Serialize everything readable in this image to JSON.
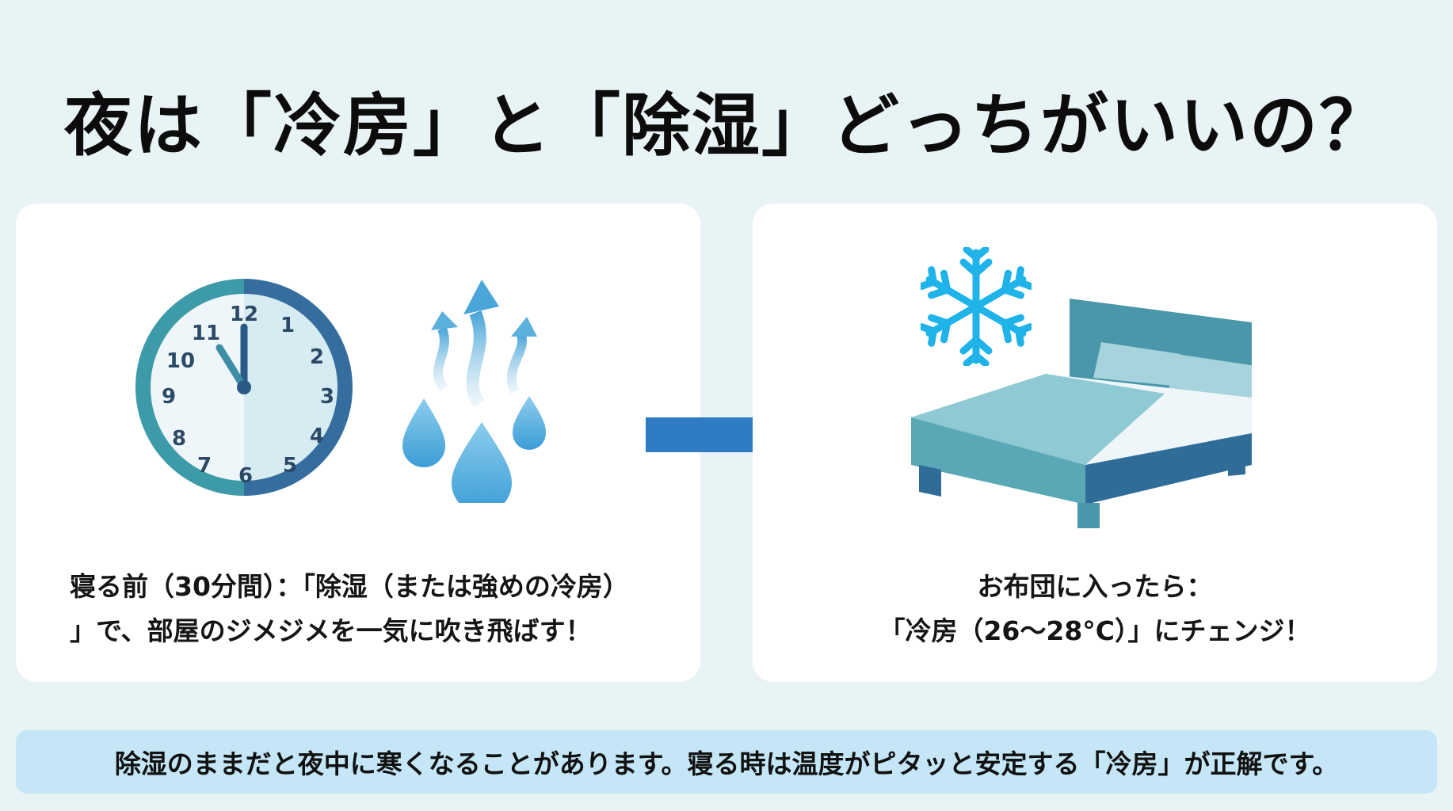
{
  "title": "夜は「冷房」と「除湿」どっちがいいの？",
  "left_card": {
    "icons": [
      "clock-icon",
      "humidity-drops-icon"
    ],
    "clock": {
      "numbers": [
        "12",
        "1",
        "2",
        "3",
        "4",
        "5",
        "6",
        "7",
        "8",
        "9",
        "10",
        "11"
      ],
      "time": "11:00"
    },
    "text_line1": "寝る前（30分間）：「除湿（または強めの冷房）",
    "text_line2": "」で、部屋のジメジメを一気に吹き飛ばす！"
  },
  "arrow": {
    "icon": "right-arrow-icon",
    "color": "#2f7bc4"
  },
  "right_card": {
    "icons": [
      "snowflake-icon",
      "bed-icon"
    ],
    "text_line1": "お布団に入ったら：",
    "text_line2": "「冷房（26〜28°C）」にチェンジ！"
  },
  "banner": {
    "text": "除湿のままだと夜中に寒くなることがあります。寝る時は温度がピタッと安定する「冷房」が正解です。",
    "color": "#c4e6f6"
  },
  "colors": {
    "background": "#e8f3f6",
    "card": "#ffffff",
    "clock_rim_left": "#3d9aa8",
    "clock_rim_right": "#356e9e",
    "snowflake": "#1fb3ea",
    "bed_main": "#5aa7b6",
    "bed_dark": "#2f6d98"
  }
}
